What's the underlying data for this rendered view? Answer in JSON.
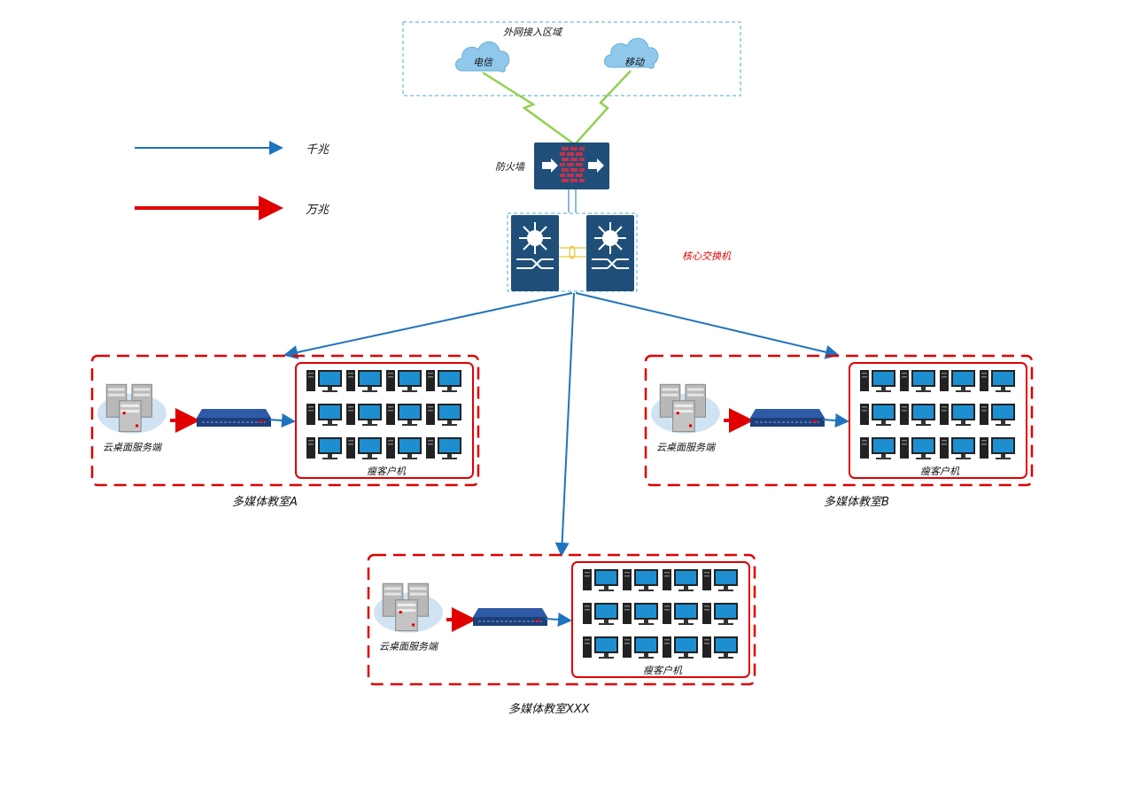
{
  "legend": {
    "gigabit_label": "千兆",
    "ten_gigabit_label": "万兆",
    "gigabit_color": "#1e73be",
    "ten_gigabit_color": "#e00000"
  },
  "internet": {
    "zone_label": "外网接入区域",
    "isp1": "电信",
    "isp2": "移动"
  },
  "firewall": {
    "label": "防火墙"
  },
  "core": {
    "label": "核心交换机"
  },
  "classrooms": [
    {
      "name": "多媒体教室A",
      "server_label": "云桌面服务端",
      "clients_label": "瘦客户机"
    },
    {
      "name": "多媒体教室B",
      "server_label": "云桌面服务端",
      "clients_label": "瘦客户机"
    },
    {
      "name": "多媒体教室XXX",
      "server_label": "云桌面服务端",
      "clients_label": "瘦客户机"
    }
  ],
  "colors": {
    "device_blue": "#1f4e79",
    "zone_border": "#e00000",
    "cloud_blue": "#8fc8ea",
    "lightning_green": "#92d050"
  }
}
